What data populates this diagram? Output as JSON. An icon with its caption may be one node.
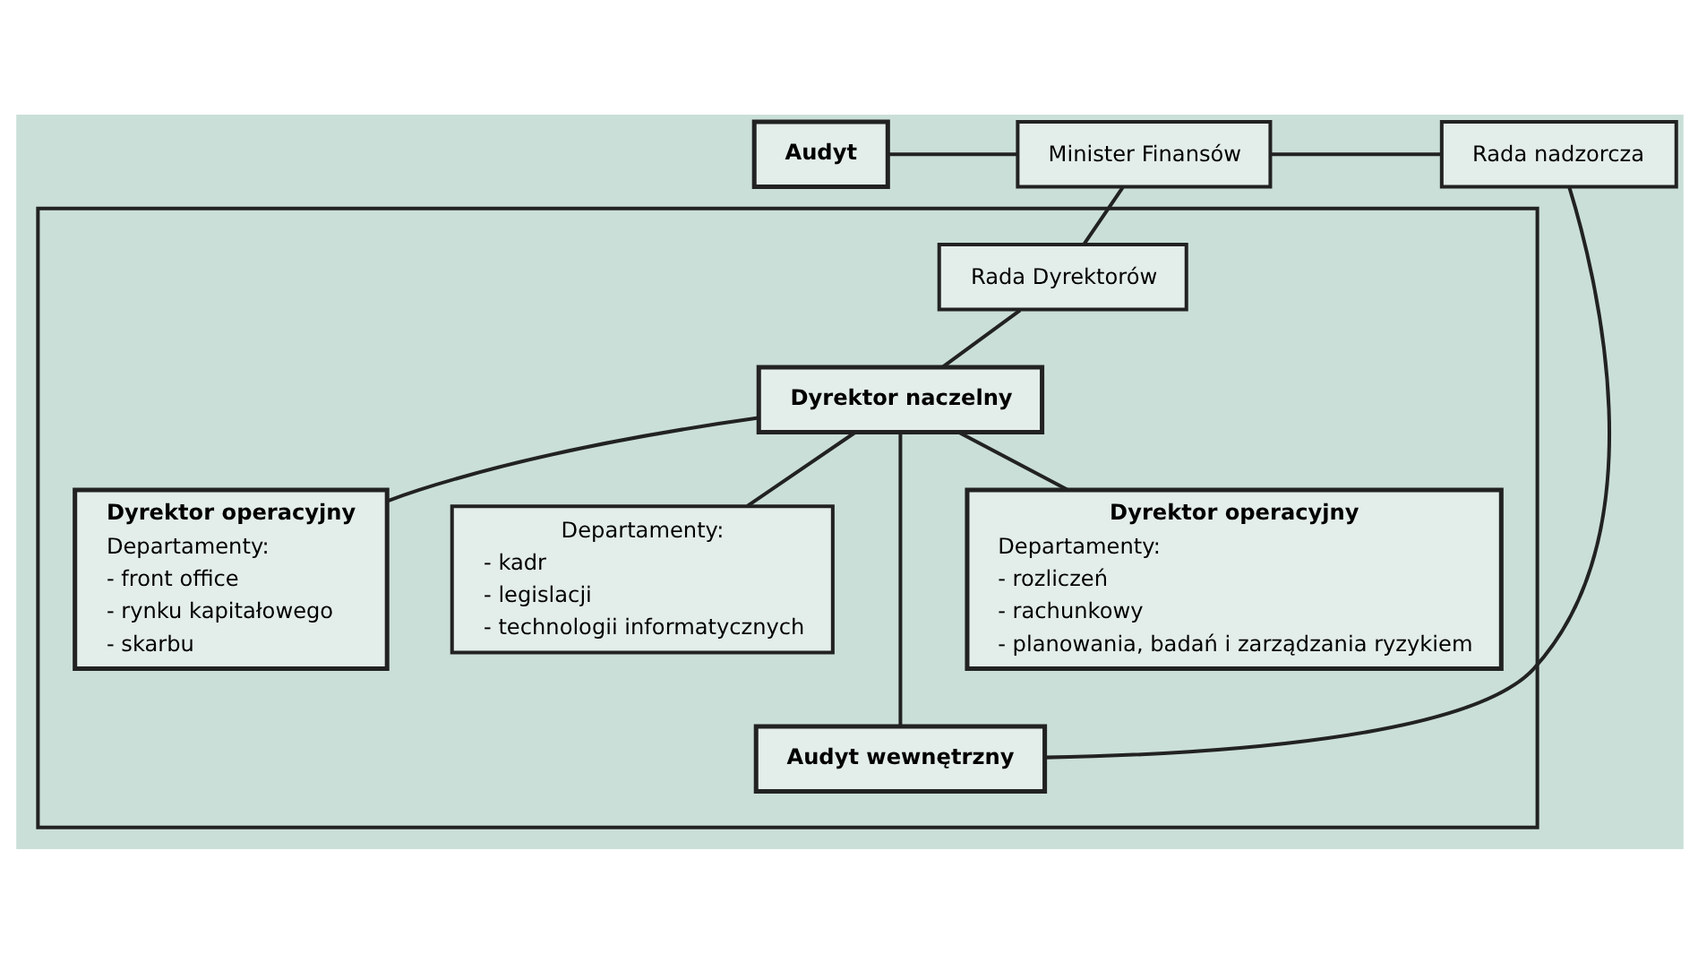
{
  "diagram": {
    "nodes": [
      {
        "text": [
          "Audyt"
        ]
      },
      {
        "text": [
          "Minister Finansów"
        ]
      },
      {
        "text": [
          "Rada nadzorcza"
        ]
      },
      {
        "text": [],
        "shape": "box"
      },
      {
        "text": [
          "Rada Dyrektorów"
        ],
        "in": 3
      },
      {
        "text": [
          "Dyrektor naczelny"
        ],
        "in": 3
      },
      {
        "text": [
          "Dyrektor operacyjny",
          "Departamenty:",
          "- front office",
          "- rynku kapitałowego",
          "- skarbu"
        ],
        "in": 3
      },
      {
        "text": [
          "Departamenty:",
          "- kadr",
          "- legislacji",
          "- technologii informatycznych"
        ],
        "in": 3
      },
      {
        "text": [
          "Audyt wewnętrzny"
        ],
        "in": 3
      },
      {
        "text": [
          "Dyrektor operacyjny",
          "Departamenty:",
          "- rozliczeń",
          "- rachunkowy",
          "- planowania, badań i zarządzania ryzykiem"
        ],
        "in": 3
      }
    ],
    "edges": [
      {
        "from": 0,
        "to": 1,
        "arrow": "none"
      },
      {
        "from": 1,
        "to": 2,
        "arrow": "none"
      },
      {
        "from": 1,
        "to": 4,
        "arrow": "none"
      },
      {
        "from": 4,
        "to": 5,
        "arrow": "none"
      },
      {
        "from": 5,
        "to": 6,
        "arrow": "none"
      },
      {
        "from": 5,
        "to": 9,
        "arrow": "none"
      },
      {
        "from": 5,
        "to": 7,
        "arrow": "none"
      },
      {
        "from": 5,
        "to": 8,
        "arrow": "none"
      },
      {
        "from": 2,
        "to": 8,
        "arrow": "none"
      }
    ]
  }
}
